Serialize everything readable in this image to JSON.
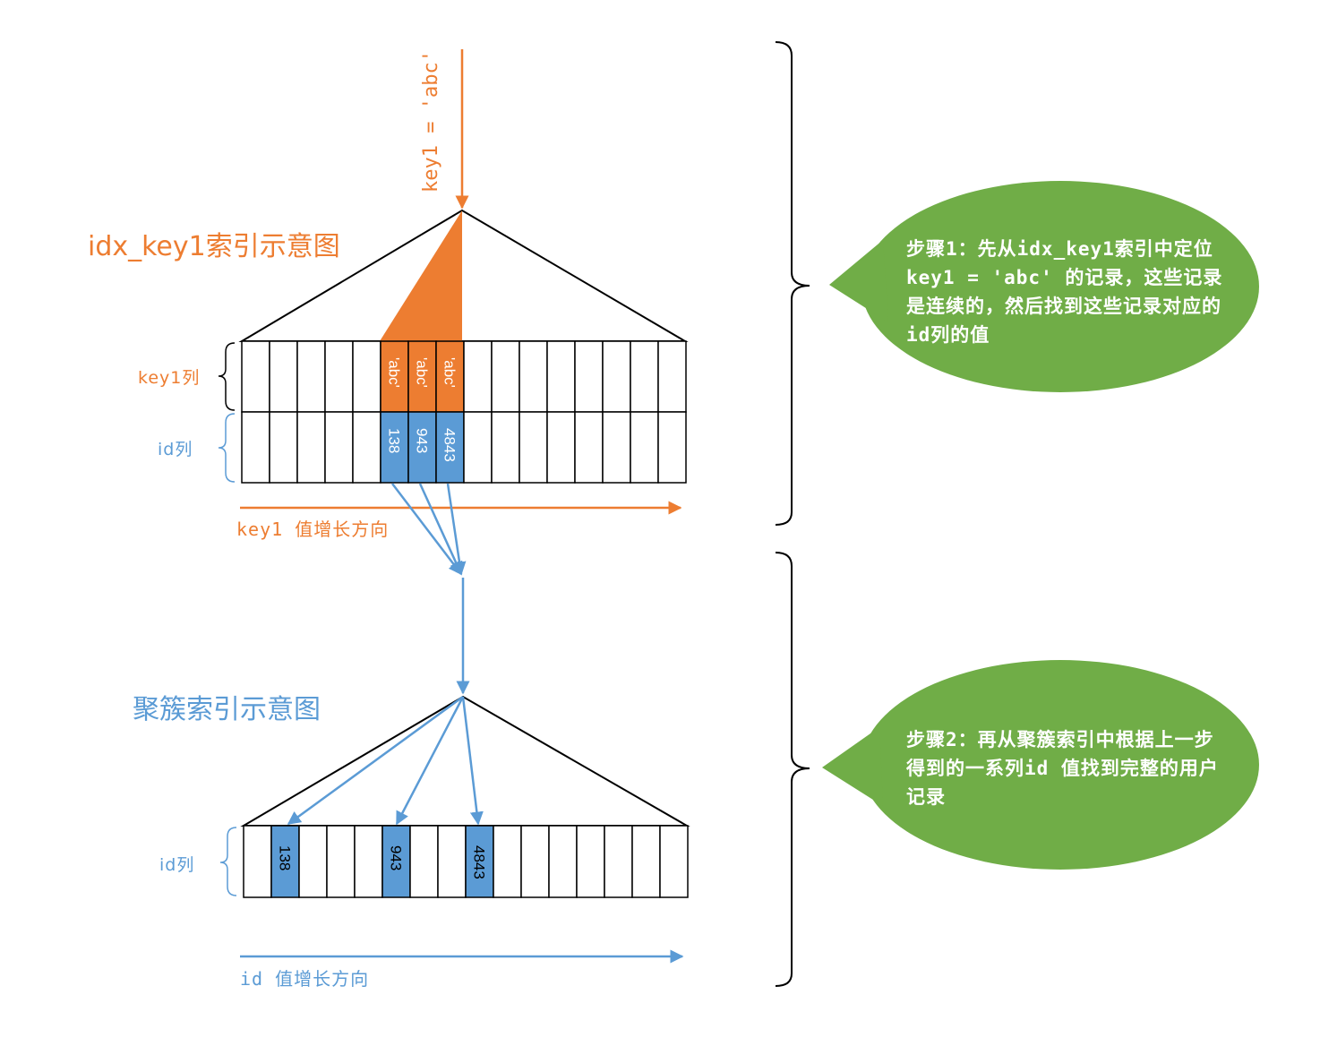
{
  "colors": {
    "orange": "#ed7d31",
    "blue": "#5b9bd5",
    "green": "#70ad47",
    "black": "#000000"
  },
  "query": {
    "label": "key1 = 'abc'"
  },
  "secondary_index": {
    "title": "idx_key1索引示意图",
    "key_row_label": "key1列",
    "id_row_label": "id列",
    "key_values": [
      "'abc'",
      "'abc'",
      "'abc'"
    ],
    "id_values": [
      "138",
      "943",
      "4843"
    ],
    "axis_label": "key1 值增长方向"
  },
  "clustered_index": {
    "title": "聚簇索引示意图",
    "id_row_label": "id列",
    "id_values": [
      "138",
      "943",
      "4843"
    ],
    "axis_label": "id 值增长方向"
  },
  "steps": [
    {
      "text": "步骤1：先从idx_key1索引中定位 key1 = 'abc' 的记录，这些记录是连续的，然后找到这些记录对应的id列的值"
    },
    {
      "text": "步骤2：再从聚簇索引中根据上一步得到的一系列id 值找到完整的用户记录"
    }
  ]
}
